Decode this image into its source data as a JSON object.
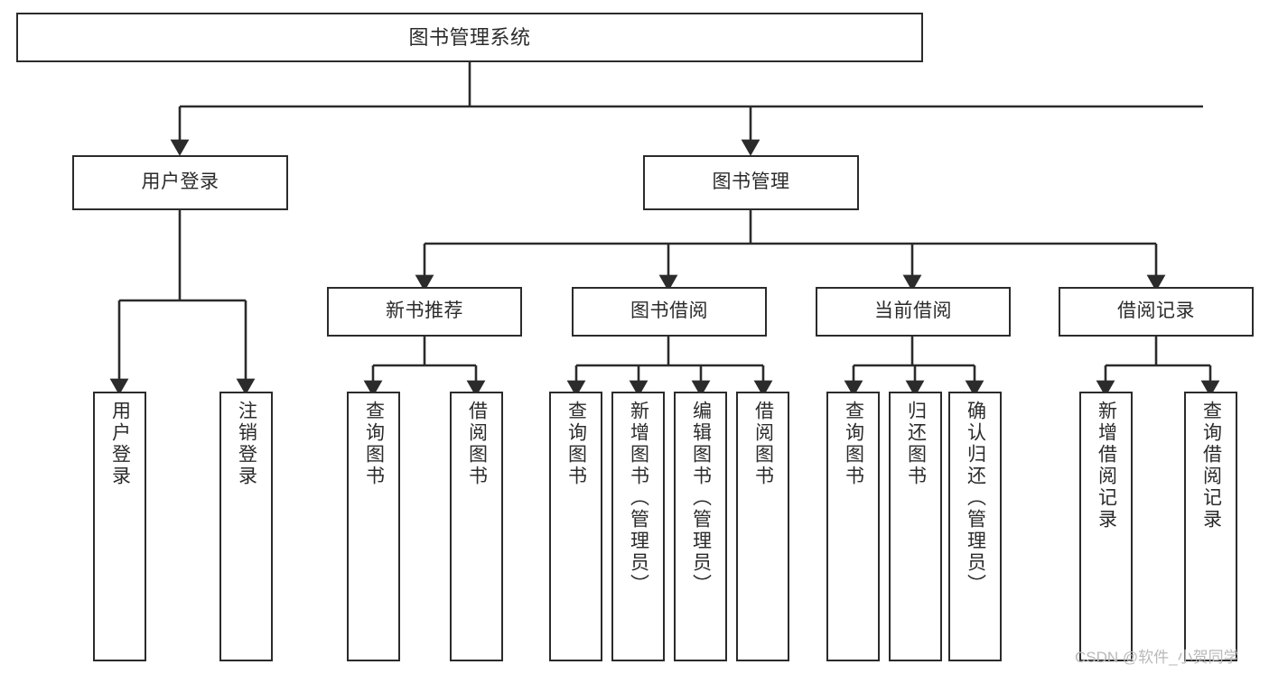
{
  "diagram": {
    "title": "图书管理系统",
    "type": "tree-hierarchy",
    "watermark": "CSDN @软件_小贺同学",
    "colors": {
      "background": "#ffffff",
      "node_border": "#2b2b2b",
      "node_fill": "#ffffff",
      "edge": "#2b2b2b",
      "text": "#2b2b2b",
      "watermark": "#b9b9b9"
    },
    "root": {
      "label": "图书管理系统"
    },
    "level2": [
      {
        "label": "用户登录"
      },
      {
        "label": "图书管理"
      }
    ],
    "level3": [
      {
        "label": "新书推荐"
      },
      {
        "label": "图书借阅"
      },
      {
        "label": "当前借阅"
      },
      {
        "label": "借阅记录"
      }
    ],
    "leaves": {
      "user_login": [
        {
          "label": "用户登录"
        },
        {
          "label": "注销登录"
        }
      ],
      "new_book_recommend": [
        {
          "label": "查询图书"
        },
        {
          "label": "借阅图书"
        }
      ],
      "book_borrow": [
        {
          "label": "查询图书"
        },
        {
          "label": "新增图书（管理员）"
        },
        {
          "label": "编辑图书（管理员）"
        },
        {
          "label": "借阅图书"
        }
      ],
      "current_borrow": [
        {
          "label": "查询图书"
        },
        {
          "label": "归还图书"
        },
        {
          "label": "确认归还（管理员）"
        }
      ],
      "borrow_record": [
        {
          "label": "新增借阅记录"
        },
        {
          "label": "查询借阅记录"
        }
      ]
    }
  }
}
